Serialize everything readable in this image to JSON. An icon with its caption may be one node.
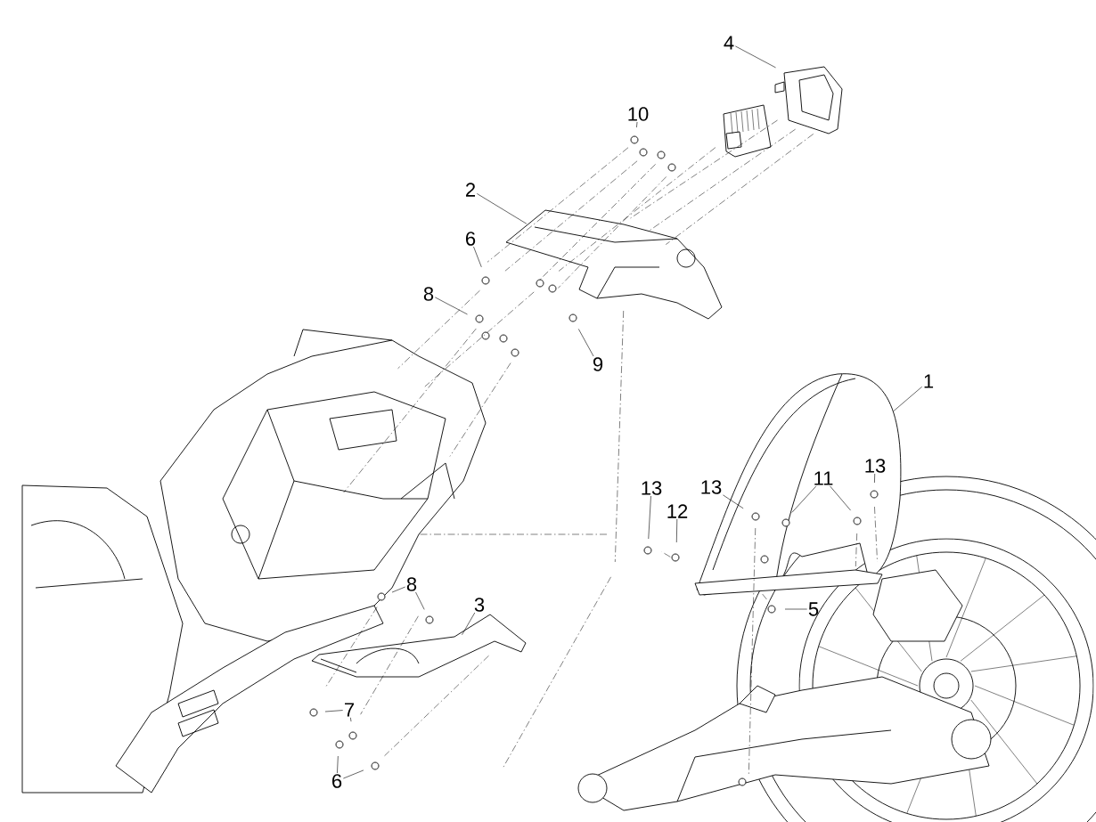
{
  "diagram": {
    "nodes": [
      {
        "text": [
          "4"
        ]
      },
      {
        "text": [
          "10"
        ]
      },
      {
        "text": [
          "2"
        ]
      },
      {
        "text": [
          "6"
        ]
      },
      {
        "text": [
          "8"
        ]
      },
      {
        "text": [
          "9"
        ]
      },
      {
        "text": [
          "1"
        ]
      },
      {
        "text": [
          "13"
        ]
      },
      {
        "text": [
          "13"
        ]
      },
      {
        "text": [
          "11"
        ]
      },
      {
        "text": [
          "13"
        ]
      },
      {
        "text": [
          "12"
        ]
      },
      {
        "text": [
          "5"
        ]
      },
      {
        "text": [
          "8"
        ]
      },
      {
        "text": [
          "3"
        ]
      },
      {
        "text": [
          "7"
        ]
      },
      {
        "text": [
          "6"
        ]
      }
    ],
    "edges": [
      {
        "from": 0,
        "to": null,
        "arrow": "none"
      },
      {
        "from": 1,
        "to": null,
        "arrow": "none"
      },
      {
        "from": 2,
        "to": null,
        "arrow": "none"
      },
      {
        "from": 3,
        "to": null,
        "arrow": "none"
      },
      {
        "from": 4,
        "to": null,
        "arrow": "none"
      },
      {
        "from": 5,
        "to": null,
        "arrow": "none"
      },
      {
        "from": 6,
        "to": null,
        "arrow": "none"
      },
      {
        "from": 7,
        "to": null,
        "arrow": "none"
      },
      {
        "from": 8,
        "to": null,
        "arrow": "none"
      },
      {
        "from": 9,
        "to": null,
        "arrow": "none"
      },
      {
        "from": 9,
        "to": null,
        "arrow": "none"
      },
      {
        "from": 10,
        "to": null,
        "arrow": "none"
      },
      {
        "from": 11,
        "to": null,
        "arrow": "none"
      },
      {
        "from": 12,
        "to": null,
        "arrow": "none"
      },
      {
        "from": 13,
        "to": null,
        "arrow": "none"
      },
      {
        "from": 13,
        "to": null,
        "arrow": "none"
      },
      {
        "from": 14,
        "to": null,
        "arrow": "none"
      },
      {
        "from": 15,
        "to": null,
        "arrow": "none"
      },
      {
        "from": 15,
        "to": null,
        "arrow": "none"
      },
      {
        "from": 16,
        "to": null,
        "arrow": "none"
      },
      {
        "from": 16,
        "to": null,
        "arrow": "none"
      }
    ]
  }
}
